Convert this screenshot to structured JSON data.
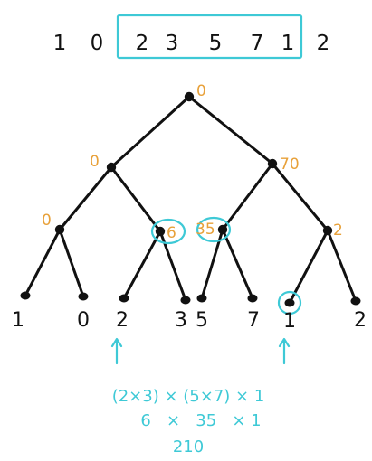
{
  "colors": {
    "ink": "#111111",
    "node_value": "#e8a13a",
    "highlight": "#3ec9d6"
  },
  "sequence": [
    "1",
    "0",
    "2",
    "3",
    "5",
    "7",
    "1",
    "2"
  ],
  "sequence_highlight_range": [
    2,
    6
  ],
  "tree": {
    "internal_nodes": [
      {
        "id": "root",
        "value": "0",
        "level": 0,
        "index": 0,
        "highlighted": false
      },
      {
        "id": "l1-0",
        "value": "0",
        "level": 1,
        "index": 0,
        "highlighted": false
      },
      {
        "id": "l1-1",
        "value": "70",
        "level": 1,
        "index": 1,
        "highlighted": false
      },
      {
        "id": "l2-0",
        "value": "0",
        "level": 2,
        "index": 0,
        "highlighted": false
      },
      {
        "id": "l2-1",
        "value": "6",
        "level": 2,
        "index": 1,
        "highlighted": true
      },
      {
        "id": "l2-2",
        "value": "35",
        "level": 2,
        "index": 2,
        "highlighted": true
      },
      {
        "id": "l2-3",
        "value": "2",
        "level": 2,
        "index": 3,
        "highlighted": false
      }
    ],
    "leaves": [
      {
        "value": "1",
        "highlighted": false,
        "arrow": false
      },
      {
        "value": "0",
        "highlighted": false,
        "arrow": false
      },
      {
        "value": "2",
        "highlighted": false,
        "arrow": true
      },
      {
        "value": "3",
        "highlighted": false,
        "arrow": false
      },
      {
        "value": "5",
        "highlighted": false,
        "arrow": false
      },
      {
        "value": "7",
        "highlighted": false,
        "arrow": false
      },
      {
        "value": "1",
        "highlighted": true,
        "arrow": true
      },
      {
        "value": "2",
        "highlighted": false,
        "arrow": false
      }
    ]
  },
  "calculation": {
    "line1": "(2×3) × (5×7) × 1",
    "line2": "6   ×   35   × 1",
    "line3": "210"
  }
}
